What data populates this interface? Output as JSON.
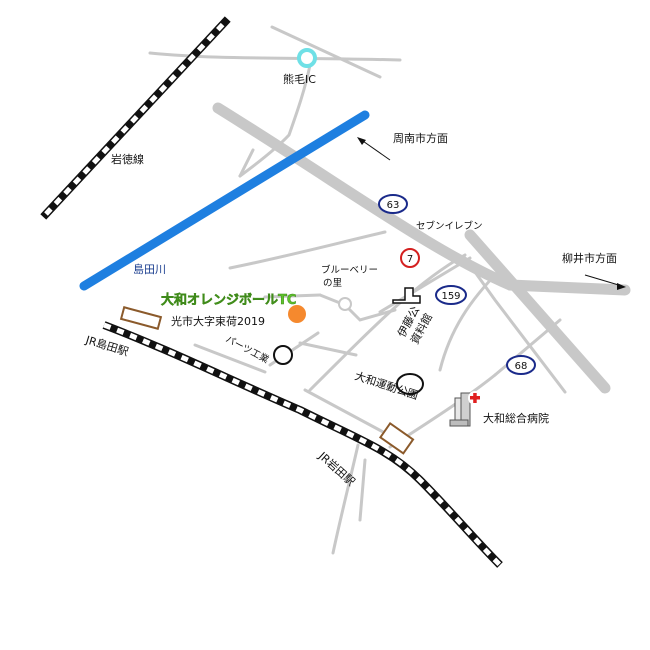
{
  "labels": {
    "kumage_ic": "熊毛IC",
    "gantoku_line": "岩徳線",
    "shunan_dir": "周南市方面",
    "yanai_dir": "柳井市方面",
    "shimada_river": "島田川",
    "seven_eleven": "セブンイレブン",
    "blueberry_1": "ブルーベリー",
    "blueberry_2": "の里",
    "tc_name": "大和オレンジボールTC",
    "tc_address": "光市大字束荷2019",
    "parts_industry": "パーツ工業",
    "ito_museum_1": "伊藤公",
    "ito_museum_2": "資料館",
    "park": "大和運動公園",
    "hospital": "大和総合病院",
    "jr_shimada": "JR島田駅",
    "jr_iwata": "JR岩田駅"
  },
  "routes": {
    "r63": "63",
    "r7": "7",
    "r159": "159",
    "r68": "68"
  },
  "colors": {
    "road": "#c8c8c8",
    "river": "#1e7fe0",
    "tc_marker": "#f5892e",
    "ic_marker": "#6fe0e6",
    "route_ring": "#1a2a8a",
    "route7_ring": "#d42020",
    "station": "#8b5a2b",
    "hospital_cross": "#e02020"
  }
}
